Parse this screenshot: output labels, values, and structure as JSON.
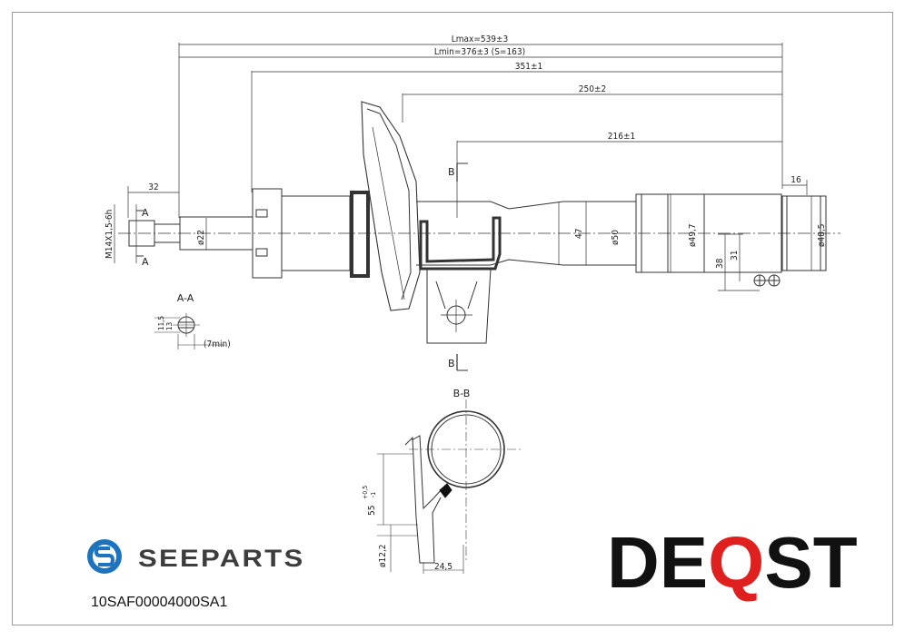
{
  "dimensions": {
    "lmax": "Lmax=539±3",
    "lmin": "Lmin=376±3 (S=163)",
    "d351": "351±1",
    "d250": "250±2",
    "d216": "216±1",
    "d32": "32",
    "d16": "16",
    "thread": "M14X1,5-6h",
    "dia22": "ø22",
    "d47": "47",
    "dia50": "ø50",
    "dia49_7": "ø49,7",
    "dia48_5": "ø48,5",
    "d38": "38",
    "d31": "31",
    "tol_top": "11,5",
    "tol_bottom": "13",
    "d7min": "(7min)",
    "d55": "55",
    "d55_tol": "+0,5",
    "d55_tol2": "-1",
    "dia12_2": "ø12,2",
    "d24_5": "24,5"
  },
  "sections": {
    "a_a": "A-A",
    "b_b": "B-B",
    "a_mark": "A",
    "b_mark": "B"
  },
  "branding": {
    "seeparts_name": "SEEPARTS",
    "part_number": "10SAF00004000SA1",
    "deqst_1": "DE",
    "deqst_q": "Q",
    "deqst_2": "ST",
    "seeparts_color": "#1e73be",
    "deqst_accent": "#e01f1f"
  }
}
